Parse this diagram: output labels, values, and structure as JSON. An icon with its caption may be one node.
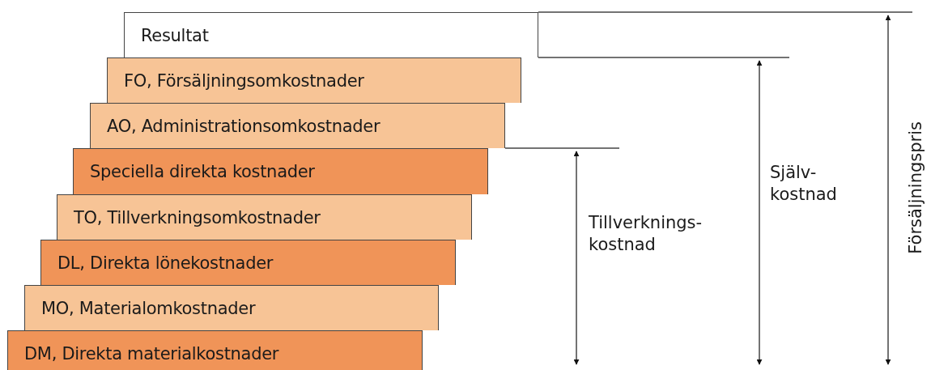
{
  "diagram": {
    "nodes": [
      {
        "text": [
          "Resultat"
        ]
      },
      {
        "text": [
          "FO, Försäljningsomkostnader"
        ]
      },
      {
        "text": [
          "AO, Administrationsomkostnader"
        ]
      },
      {
        "text": [
          "Speciella direkta kostnader"
        ]
      },
      {
        "text": [
          "TO, Tillverkningsomkostnader"
        ]
      },
      {
        "text": [
          "DL, Direkta lönekostnader"
        ]
      },
      {
        "text": [
          "MO, Materialomkostnader"
        ]
      },
      {
        "text": [
          "DM, Direkta materialkostnader"
        ]
      }
    ],
    "labels": [
      "Tillverknings- kostnad",
      "Själv- kostnad",
      "Försäljningspris"
    ]
  }
}
